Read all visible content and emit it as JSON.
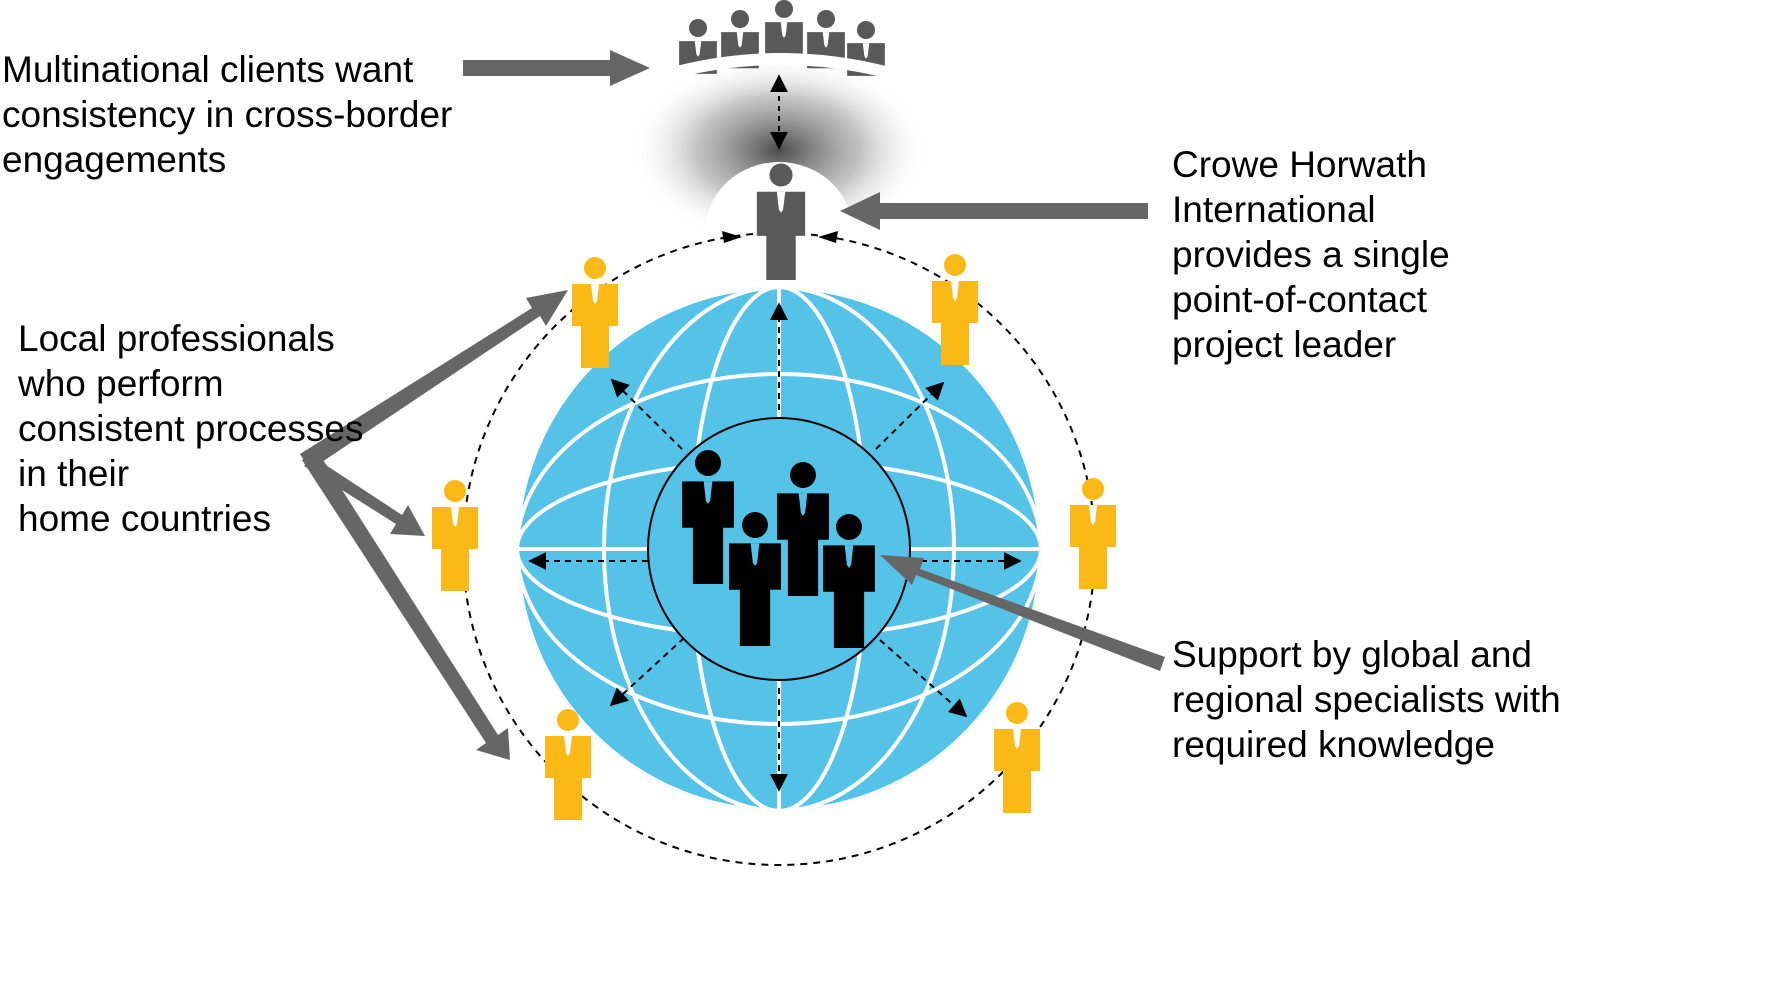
{
  "labels": {
    "clients": [
      "Multinational clients want",
      "consistency in cross-border",
      "engagements"
    ],
    "local": [
      "Local professionals",
      "who perform",
      "consistent processes",
      "in their",
      "home countries"
    ],
    "leader": [
      "Crowe Horwath",
      "International",
      "provides a single",
      "point-of-contact",
      "project leader"
    ],
    "support": [
      "Support by global and",
      "regional specialists with",
      "required knowledge"
    ]
  },
  "colors": {
    "globe": "#55c2e8",
    "grid": "#ffffff",
    "local_person": "#fbb917",
    "client_person": "#595959",
    "leader_person": "#595959",
    "specialist_person": "#000000",
    "callout_arrow": "#666666",
    "dashed": "#000000"
  },
  "icons": {
    "client_group": "people-group-icon",
    "leader": "person-icon",
    "local_professional": "person-icon",
    "specialists": "people-group-icon"
  }
}
